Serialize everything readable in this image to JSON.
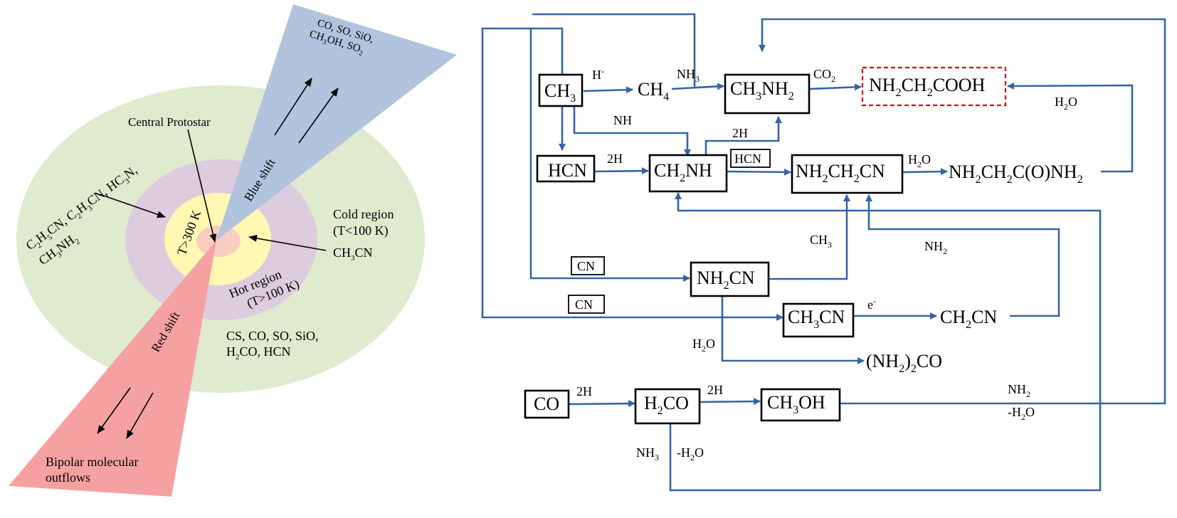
{
  "colors": {
    "outer_zone": "#dfeacf",
    "cold_region": "#ddccde",
    "hot_region": "#fef8b2",
    "protostar_core": "#f9cdc0",
    "blue_cone": "#b2c3dd",
    "red_cone": "#f6a1a1",
    "flow_arrow": "#3465a4",
    "target_border": "#e00000"
  },
  "left": {
    "blue_cone_molecules": {
      "line1": "CO, SO, SiO,",
      "line2": "CH",
      "line2_sub1": "3",
      "line2_mid": "OH, SO",
      "line2_sub2": "2"
    },
    "blue_shift": "Blue shift",
    "red_shift": "Red shift",
    "central_protostar": "Central Protostar",
    "cold_region_line1": "Cold region",
    "cold_region_line2": "(T<100 K)",
    "hot_region_line1": "Hot region",
    "hot_region_line2": "(T>100 K)",
    "core_temp": "T>300 K",
    "ch3cn": {
      "a": "CH",
      "a_sub": "3",
      "b": "CN"
    },
    "outer_line1": {
      "a": "C",
      "a_sub": "2",
      "b": "H",
      "b_sub": "5",
      "c": "CN, C",
      "c_sub": "2",
      "d": "H",
      "d_sub": "3",
      "e": "CN, HC",
      "e_sub": "3",
      "f": "N,"
    },
    "outer_line2": {
      "a": "CH",
      "a_sub": "3",
      "b": "NH",
      "b_sub": "2"
    },
    "cs_line1": "CS, CO, SO, SiO,",
    "cs_line2": {
      "a": "H",
      "a_sub": "2",
      "b": "CO, HCN"
    },
    "bipolar_line1": "Bipolar molecular",
    "bipolar_line2": "outflows"
  },
  "right": {
    "n_ch3": {
      "a": "CH",
      "s1": "3"
    },
    "n_ch4": {
      "a": "CH",
      "s1": "4"
    },
    "n_ch3nh2": {
      "a": "CH",
      "s1": "3",
      "b": "NH",
      "s2": "2"
    },
    "n_glycine": {
      "a": "NH",
      "s1": "2",
      "b": "CH",
      "s2": "2",
      "c": "COOH"
    },
    "n_hcn": "HCN",
    "n_ch2nh": {
      "a": "CH",
      "s1": "2",
      "b": "NH"
    },
    "n_hcn_small": "HCN",
    "n_nh2ch2cn": {
      "a": "NH",
      "s1": "2",
      "b": "CH",
      "s2": "2",
      "c": "CN"
    },
    "n_amide": {
      "a": "NH",
      "s1": "2",
      "b": "CH",
      "s2": "2",
      "c": "C(O)NH",
      "s3": "2"
    },
    "n_nh2cn": {
      "a": "NH",
      "s1": "2",
      "b": "CN"
    },
    "n_cn1": "CN",
    "n_cn2": "CN",
    "n_ch3cn": {
      "a": "CH",
      "s1": "3",
      "b": "CN"
    },
    "n_ch2cn": {
      "a": "CH",
      "s1": "2",
      "b": "CN"
    },
    "n_urea": {
      "a": "(NH",
      "s1": "2",
      "b": ")",
      "s2": "2",
      "c": "CO"
    },
    "n_co": "CO",
    "n_h2co": {
      "a": "H",
      "s1": "2",
      "b": "CO"
    },
    "n_ch3oh": {
      "a": "CH",
      "s1": "3",
      "b": "OH"
    },
    "l_hminus": {
      "a": "H",
      "sup": "-"
    },
    "l_nh3_top": {
      "a": "NH",
      "s1": "3"
    },
    "l_co2": {
      "a": "CO",
      "s1": "2"
    },
    "l_h2o_right": {
      "a": "H",
      "s1": "2",
      "b": "O"
    },
    "l_nh": "NH",
    "l_2h_hcn": "2H",
    "l_2h_ch2nh": "2H",
    "l_h2o_mid": {
      "a": "H",
      "s1": "2",
      "b": "O"
    },
    "l_ch3": {
      "a": "CH",
      "s1": "3"
    },
    "l_nh2_mid": {
      "a": "NH",
      "s1": "2"
    },
    "l_eminus": {
      "a": "e",
      "sup": "-"
    },
    "l_h2o_urea": {
      "a": "H",
      "s1": "2",
      "b": "O"
    },
    "l_2h_co": "2H",
    "l_2h_h2co": "2H",
    "l_nh2_bottom": {
      "a": "NH",
      "s1": "2"
    },
    "l_minus_h2o_right": {
      "a": "-H",
      "s1": "2",
      "b": "O"
    },
    "l_nh3_bottom": {
      "a": "NH",
      "s1": "3"
    },
    "l_minus_h2o_bottom": {
      "a": "-H",
      "s1": "2",
      "b": "O"
    }
  }
}
